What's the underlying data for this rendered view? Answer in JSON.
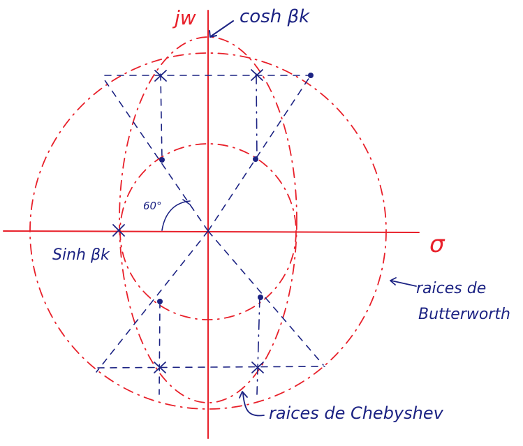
{
  "diagram": {
    "labels": {
      "jw_axis": "jw",
      "sigma_axis": "σ",
      "cosh": "cosh βk",
      "sinh": "Sinh βk",
      "angle": "60°",
      "butterworth_line1": "raices de",
      "butterworth_line2": "Butterworth",
      "chebyshev": "raices de Chebyshev"
    },
    "colors": {
      "axis": "#e8202a",
      "ink": "#1c2383"
    }
  }
}
